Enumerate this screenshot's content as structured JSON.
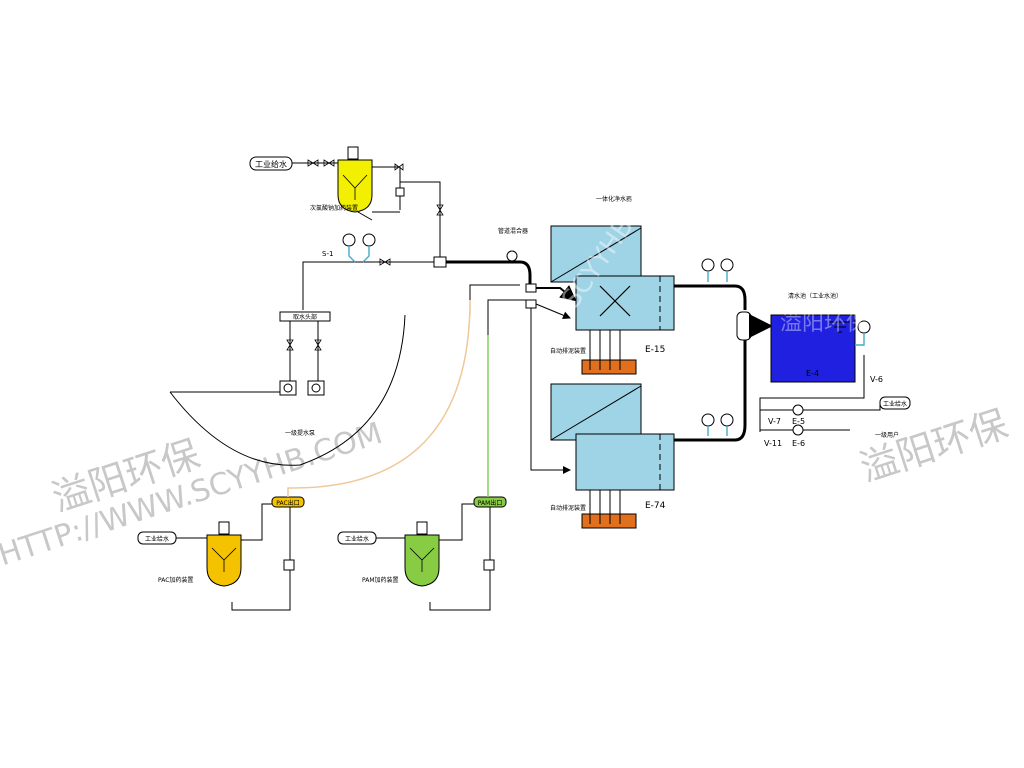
{
  "colors": {
    "line": "#000000",
    "tank_blue": "#9fd3e6",
    "clear_tank": "#2020e0",
    "ferrous_tank": "#f2ef00",
    "pac_tank": "#f5c200",
    "pam_tank": "#88cc44",
    "sludge": "#e0701e",
    "gauge_cyan": "#44aacc",
    "pac_line": "#f0c89a",
    "pam_line": "#88d060"
  },
  "labels": {
    "industrial_water_1": "工业给水",
    "industrial_water_pac": "工业给水",
    "industrial_water_pam": "工业给水",
    "industrial_water_out": "工业给水",
    "ferrous_dosing": "次氯酸钠加药装置",
    "pipe_mixer": "管道混合器",
    "integrated_unit": "一体化净水器",
    "clear_pool": "清水池（工业水池）",
    "raw_pool": "一级提水泵",
    "pac_dosing": "PAC加药装置",
    "pam_dosing": "PAM加药装置",
    "pac_outlet": "PAC出口",
    "pam_outlet": "PAM出口",
    "auto_sludge_1": "自动排泥装置",
    "auto_sludge_2": "自动排泥装置",
    "intake_head": "取水头部",
    "user_out": "一级用户"
  },
  "equipment": {
    "e15": "E-15",
    "e74": "E-74",
    "e4": "E-4",
    "e5": "E-5",
    "e6": "E-6",
    "v6": "V-6",
    "v7": "V-7",
    "v11": "V-11",
    "s1": "S-1"
  },
  "watermarks": {
    "cn_left": "溢阳环保",
    "url": "HTTP://WWW.SCYYHB.COM",
    "cn_right": "溢阳环保",
    "overlay": "SCYYHB.COM",
    "overlay_cn": "溢阳环保"
  }
}
